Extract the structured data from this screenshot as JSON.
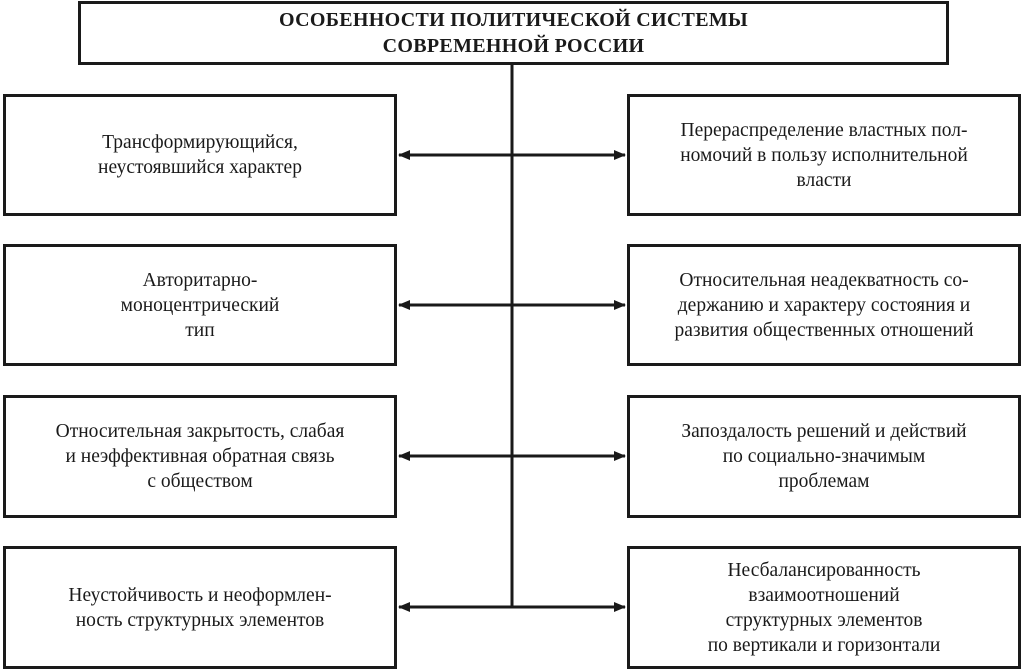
{
  "title": "ОСОБЕННОСТИ ПОЛИТИЧЕСКОЙ СИСТЕМЫ\nСОВРЕМЕННОЙ РОССИИ",
  "left_items": [
    "Трансформирующийся,\nнеустоявшийся характер",
    "Авторитарно-\nмоноцентрический\nтип",
    "Относительная закрытость, слабая\nи неэффективная обратная связь\nс обществом",
    "Неустойчивость и неоформлен-\nность структурных элементов"
  ],
  "right_items": [
    "Перераспределение властных пол-\nномочий в пользу исполнительной\nвласти",
    "Относительная неадекватность со-\nдержанию и характеру состояния и\nразвития общественных отношений",
    "Запоздалость решений и действий\nпо социально-значимым\nпроблемам",
    "Несбалансированность\nвзаимоотношений\nструктурных элементов\nпо вертикали и горизонтали"
  ]
}
